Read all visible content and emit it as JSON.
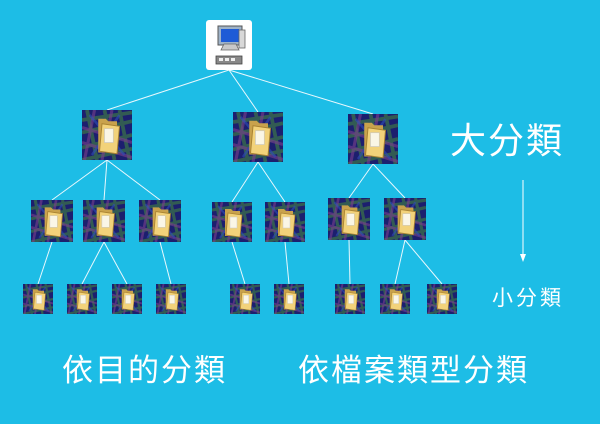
{
  "labels": {
    "major_category": "大分類",
    "minor_category": "小分類",
    "by_purpose": "依目的分類",
    "by_file_type": "依檔案類型分類"
  },
  "root": {
    "icon": "computer-icon"
  },
  "folder_icon": "folder-icon",
  "colors": {
    "background": "#1dbde6",
    "line": "#e8f8fd",
    "text": "#ffffff",
    "tile_dark": "#1c1f6e",
    "folder": "#f2d27a"
  }
}
